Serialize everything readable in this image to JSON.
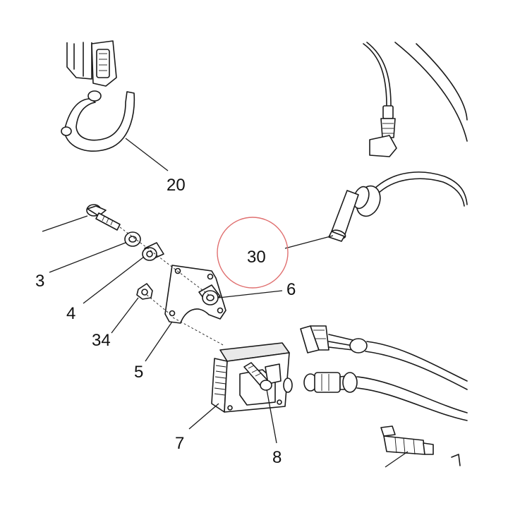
{
  "callouts": {
    "c20": "20",
    "c30": "30",
    "c3": "3",
    "c6": "6",
    "c4": "4",
    "c34": "34",
    "c5": "5",
    "c7": "7",
    "c8": "8"
  },
  "highlight": {
    "color": "#e07070",
    "target": "30"
  }
}
